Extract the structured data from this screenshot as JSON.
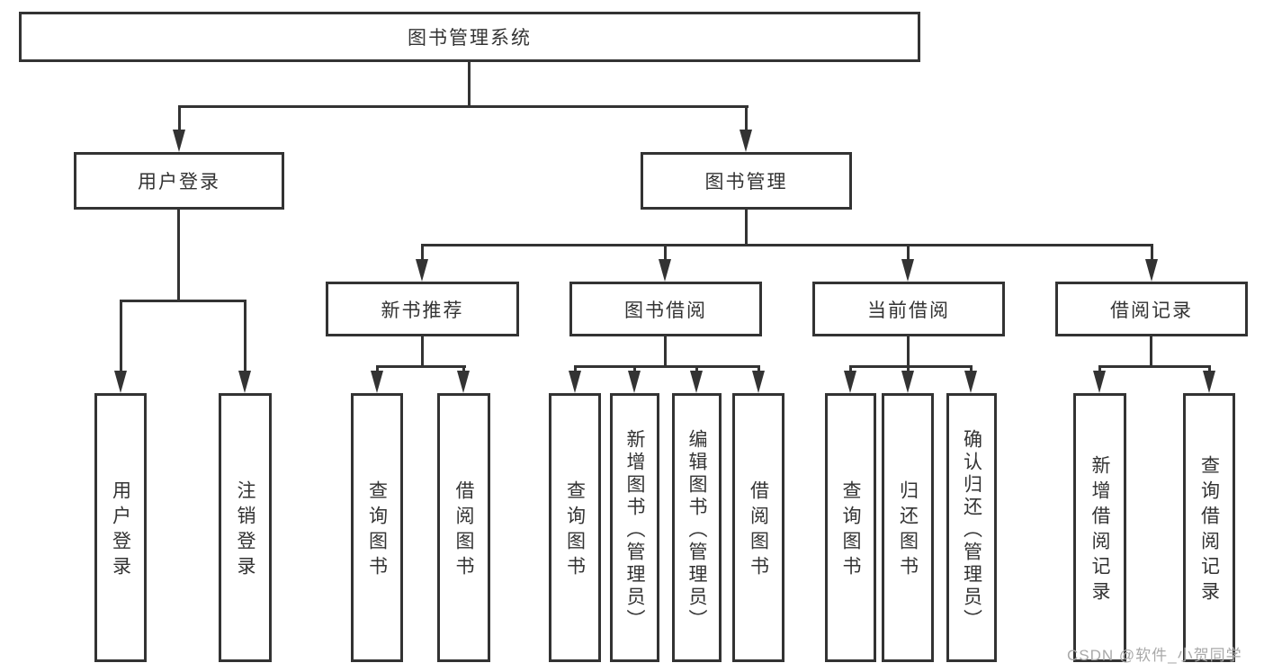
{
  "diagram": {
    "title": "图书管理系统",
    "root": {
      "label": "图书管理系统"
    },
    "level2": [
      {
        "id": "user-login",
        "label": "用户登录"
      },
      {
        "id": "book-management",
        "label": "图书管理"
      }
    ],
    "level3": [
      {
        "id": "new-book-recommend",
        "label": "新书推荐",
        "parent": "book-management"
      },
      {
        "id": "book-borrowing",
        "label": "图书借阅",
        "parent": "book-management"
      },
      {
        "id": "current-borrowing",
        "label": "当前借阅",
        "parent": "book-management"
      },
      {
        "id": "borrowing-records",
        "label": "借阅记录",
        "parent": "book-management"
      }
    ],
    "leaves": [
      {
        "id": "user-login-leaf",
        "label": "用户登录",
        "parent": "user-login"
      },
      {
        "id": "logout",
        "label": "注销登录",
        "parent": "user-login"
      },
      {
        "id": "query-books-1",
        "label": "查询图书",
        "parent": "new-book-recommend"
      },
      {
        "id": "borrow-books-1",
        "label": "借阅图书",
        "parent": "new-book-recommend"
      },
      {
        "id": "query-books-2",
        "label": "查询图书",
        "parent": "book-borrowing"
      },
      {
        "id": "add-books-admin",
        "label": "新增图书（管理员）",
        "parent": "book-borrowing"
      },
      {
        "id": "edit-books-admin",
        "label": "编辑图书（管理员）",
        "parent": "book-borrowing"
      },
      {
        "id": "borrow-books-2",
        "label": "借阅图书",
        "parent": "book-borrowing"
      },
      {
        "id": "query-books-3",
        "label": "查询图书",
        "parent": "current-borrowing"
      },
      {
        "id": "return-books",
        "label": "归还图书",
        "parent": "current-borrowing"
      },
      {
        "id": "confirm-return-admin",
        "label": "确认归还（管理员）",
        "parent": "current-borrowing"
      },
      {
        "id": "add-borrow-record",
        "label": "新增借阅记录",
        "parent": "borrowing-records"
      },
      {
        "id": "query-borrow-record",
        "label": "查询借阅记录",
        "parent": "borrowing-records"
      }
    ]
  },
  "watermark": {
    "text": "CSDN @软件_小贺同学"
  },
  "colors": {
    "line": "#333333",
    "text": "#333333",
    "watermark": "#a9a9a9",
    "background": "#ffffff"
  }
}
